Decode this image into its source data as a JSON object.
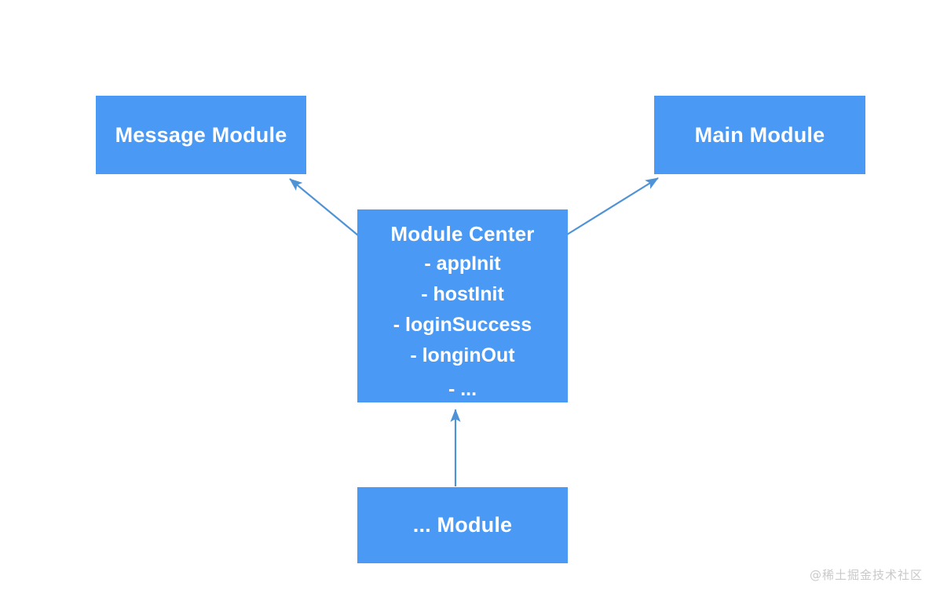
{
  "diagram": {
    "type": "block-diagram",
    "background_color": "#ffffff",
    "node_color": "#4a9af5",
    "node_text_color": "#ffffff",
    "arrow_color": "#4f93d6",
    "nodes": [
      {
        "id": "message",
        "title": "Message Module",
        "lines": []
      },
      {
        "id": "main",
        "title": "Main Module",
        "lines": []
      },
      {
        "id": "center",
        "title": "Module Center",
        "lines": [
          "- appInit",
          "- hostInit",
          "- loginSuccess",
          "- longinOut",
          "- ..."
        ]
      },
      {
        "id": "other",
        "title": "... Module",
        "lines": []
      }
    ],
    "edges": [
      {
        "id": "center-to-message",
        "from": "center",
        "to": "message",
        "arrowhead": "to"
      },
      {
        "id": "center-to-main",
        "from": "center",
        "to": "main",
        "arrowhead": "to"
      },
      {
        "id": "other-to-center",
        "from": "other",
        "to": "center",
        "arrowhead": "to"
      }
    ]
  },
  "watermark": {
    "text": "@稀土掘金技术社区"
  }
}
